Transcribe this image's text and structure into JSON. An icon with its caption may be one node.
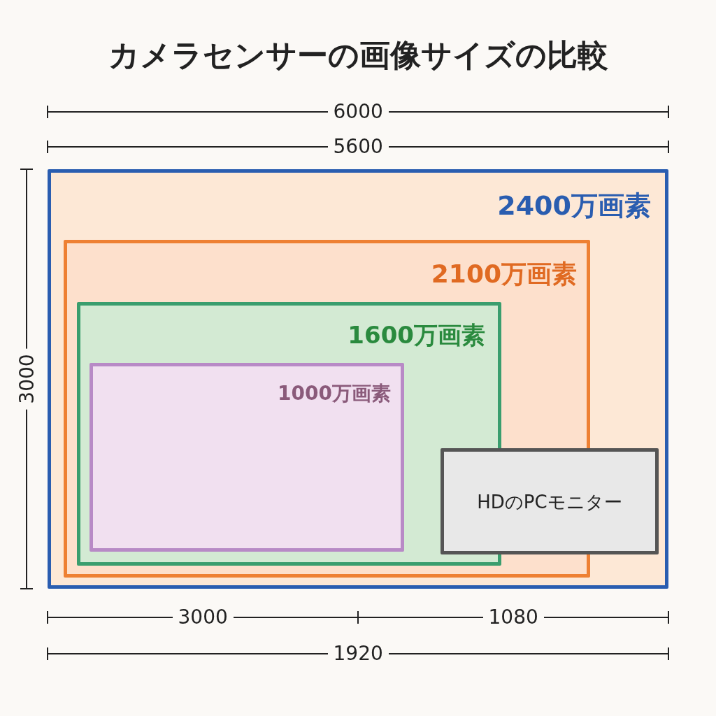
{
  "diagram": {
    "title": "カメラセンサーの画像サイズの比較",
    "nodes": [
      {
        "text": [
          "2400万画素"
        ]
      },
      {
        "text": [
          "2100万画素"
        ],
        "in": 0
      },
      {
        "text": [
          "1600万画素"
        ],
        "in": 1
      },
      {
        "text": [
          "1000万画素"
        ],
        "in": 2
      },
      {
        "text": [
          "HDのPCモニター"
        ],
        "in": 0
      }
    ],
    "edges": [],
    "labels": [
      "6000",
      "5600",
      "3000",
      "3000",
      "1080",
      "1920"
    ]
  }
}
